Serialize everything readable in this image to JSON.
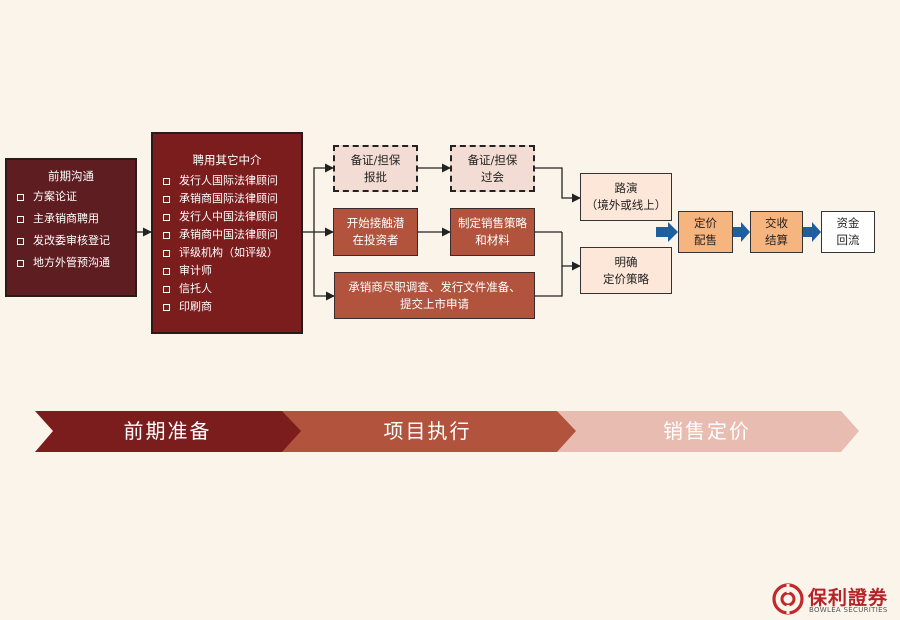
{
  "left_box": {
    "title": "前期沟通",
    "items": [
      "方案论证",
      "主承销商聘用",
      "发改委审核登记",
      "地方外管预沟通"
    ]
  },
  "intermediary_box": {
    "title": "聘用其它中介",
    "items": [
      "发行人国际法律顾问",
      "承销商国际法律顾问",
      "发行人中国法律顾问",
      "承销商中国法律顾问",
      "评级机构（如评级）",
      "审计师",
      "信托人",
      "印刷商"
    ]
  },
  "steps": {
    "filing_approval": "备证/担保\n报批",
    "filing_passed": "备证/担保\n过会",
    "start_contact": "开始接触潜\n在投资者",
    "sales_strategy": "制定销售策略\n和材料",
    "due_diligence": "承销商尽职调查、发行文件准备、\n提交上市申请",
    "roadshow": "路演\n（境外或线上）",
    "pricing_strategy": "明确\n定价策略",
    "pricing_allocation": "定价\n配售",
    "settlement": "交收\n结算",
    "funds_return": "资金\n回流"
  },
  "phases": [
    "前期准备",
    "项目执行",
    "销售定价"
  ],
  "colors": {
    "background": "#fbf4ea",
    "phase1": "#7b1c1d",
    "phase2": "#b2533d",
    "phase3": "#e9bcb1",
    "arrow_blue": "#1f5f9e"
  },
  "logo": {
    "name": "保利證券",
    "english": "BOWLEA SECURITIES"
  }
}
